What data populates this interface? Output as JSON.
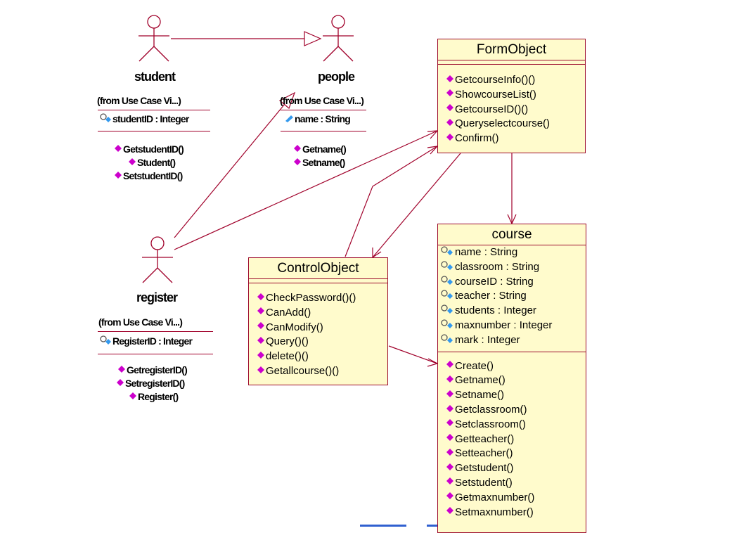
{
  "actors": {
    "student": {
      "name": "student",
      "from": "(from Use Case Vi...)",
      "attribute": "studentID : Integer",
      "operations": [
        "GetstudentID()",
        "Student()",
        "SetstudentID()"
      ]
    },
    "people": {
      "name": "people",
      "from": "(from Use Case Vi...)",
      "attribute": "name : String",
      "operations": [
        "Getname()",
        "Setname()"
      ]
    },
    "register": {
      "name": "register",
      "from": "(from Use Case Vi...)",
      "attribute": "RegisterID : Integer",
      "operations": [
        "GetregisterID()",
        "SetregisterID()",
        "Register()"
      ]
    }
  },
  "classes": {
    "form_object": {
      "title": "FormObject",
      "operations": [
        "GetcourseInfo()()",
        "ShowcourseList()",
        "GetcourseID()()",
        "Queryselectcourse()",
        "Confirm()"
      ]
    },
    "control_object": {
      "title": "ControlObject",
      "operations": [
        "CheckPassword()()",
        "CanAdd()",
        "CanModify()",
        "Query()()",
        "delete()()",
        "Getallcourse()()"
      ]
    },
    "course": {
      "title": "course",
      "attributes": [
        "name : String",
        "classroom : String",
        "courseID : String",
        "teacher : String",
        "students : Integer",
        "maxnumber : Integer",
        "mark : Integer"
      ],
      "operations": [
        "Create()",
        "Getname()",
        "Setname()",
        "Getclassroom()",
        "Setclassroom()",
        "Getteacher()",
        "Setteacher()",
        "Getstudent()",
        "Setstudent()",
        "Getmaxnumber()",
        "Setmaxnumber()"
      ]
    }
  },
  "colors": {
    "line": "#a0002a",
    "class_fill": "#fffbcc",
    "operation_icon": "#cc00cc",
    "attribute_icon": "#3399ee"
  }
}
